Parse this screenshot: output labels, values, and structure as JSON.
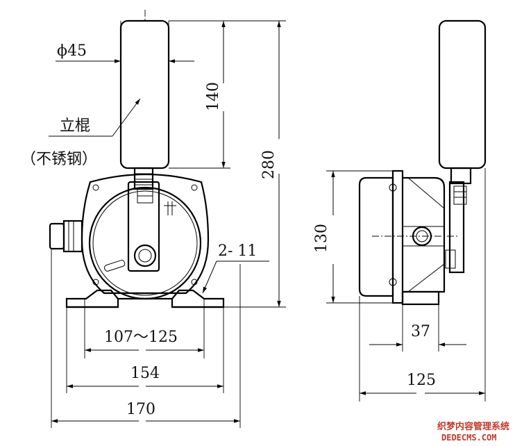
{
  "front_view": {
    "dim_diameter": "ϕ45",
    "dim_rod_height": "140",
    "dim_total_height": "280",
    "rod_label_line1": "立棍",
    "rod_label_line2": "（不锈钢）",
    "dim_holes": "2- 11",
    "dim_range": "107～125",
    "dim_154": "154",
    "dim_170": "170"
  },
  "side_view": {
    "dim_130": "130",
    "dim_37": "37",
    "dim_125": "125"
  },
  "watermark": {
    "line1": "织梦内容管理系统",
    "line2": "DEDECMS.COM"
  }
}
